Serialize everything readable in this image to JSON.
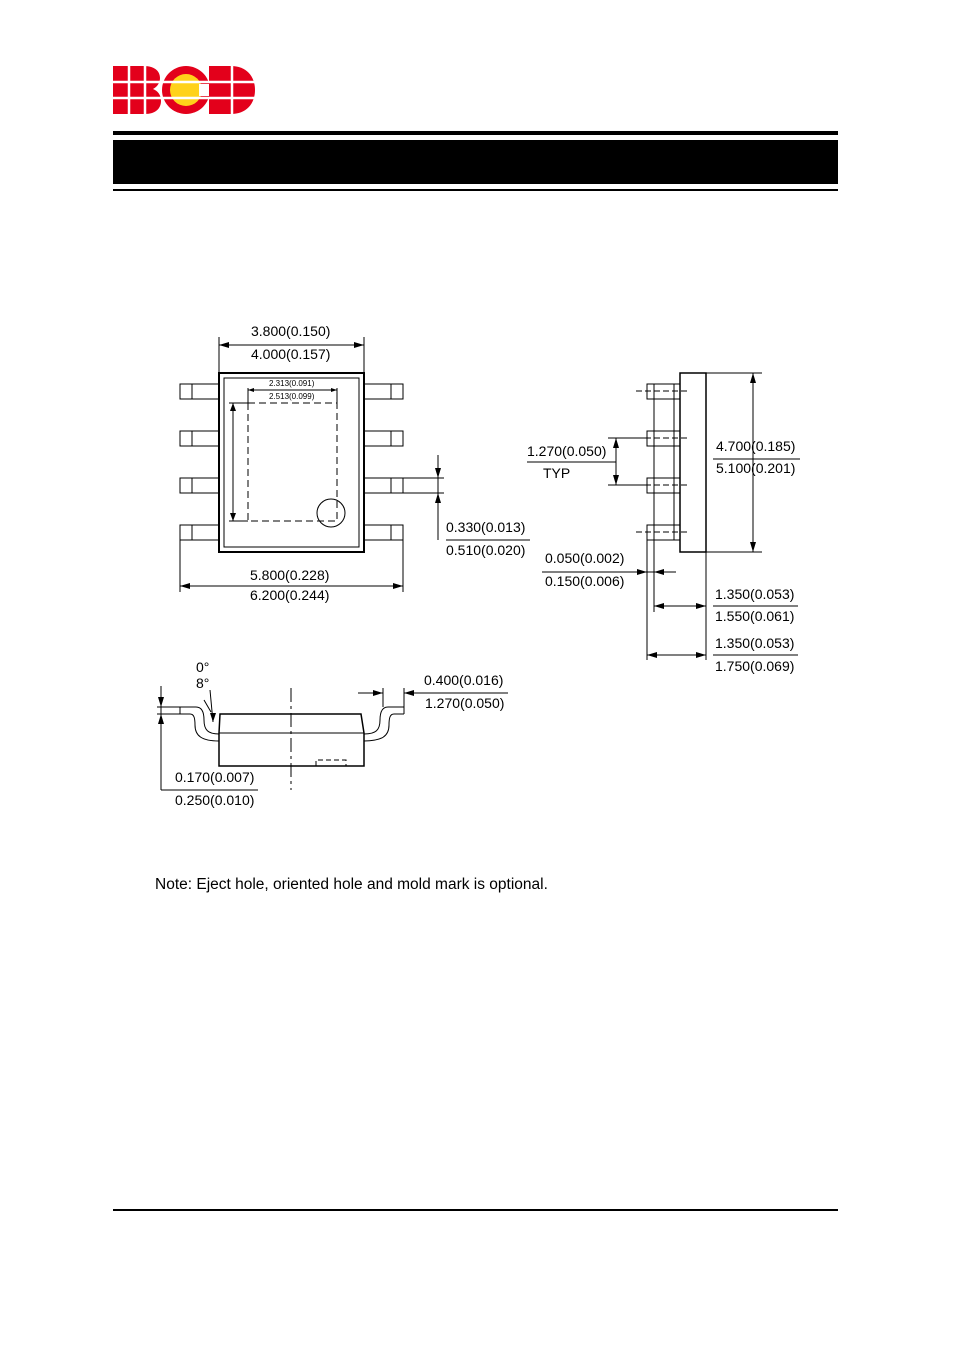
{
  "header": {
    "brand": "BCD",
    "brand_colors": {
      "red": "#e3001b",
      "yellow": "#ffd21a",
      "white": "#ffffff"
    }
  },
  "drawing": {
    "top_view": {
      "body_width_min": "3.800(0.150)",
      "body_width_max": "4.000(0.157)",
      "pad_width_min": "2.313(0.091)",
      "pad_width_max": "2.513(0.099)",
      "lead_width_min": "0.330(0.013)",
      "lead_width_max": "0.510(0.020)",
      "overall_width_min": "5.800(0.228)",
      "overall_width_max": "6.200(0.244)"
    },
    "side_view": {
      "pitch": "1.270(0.050)",
      "pitch_note": "TYP",
      "length_min": "4.700(0.185)",
      "length_max": "5.100(0.201)",
      "standoff_min": "0.050(0.002)",
      "standoff_max": "0.150(0.006)",
      "body_height_min": "1.350(0.053)",
      "body_height_max": "1.550(0.061)",
      "overall_height_min": "1.350(0.053)",
      "overall_height_max": "1.750(0.069)"
    },
    "end_view": {
      "angle_min": "0°",
      "angle_max": "8°",
      "foot_length_min": "0.400(0.016)",
      "foot_length_max": "1.270(0.050)",
      "lead_thickness_min": "0.170(0.007)",
      "lead_thickness_max": "0.250(0.010)"
    }
  },
  "note": "Note: Eject hole, oriented hole and mold mark is optional."
}
